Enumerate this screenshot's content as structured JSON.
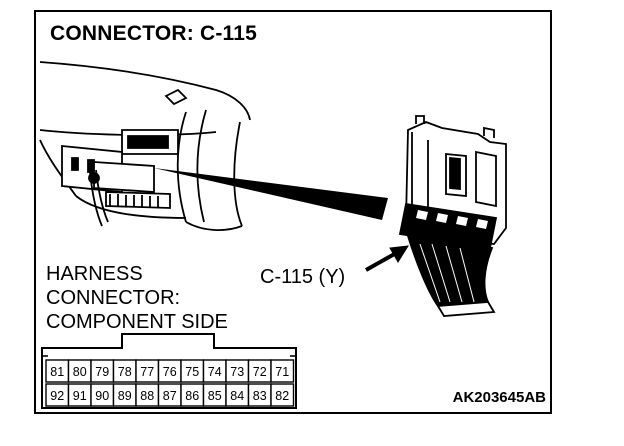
{
  "title": "CONNECTOR: C-115",
  "harness_label": {
    "line1": "HARNESS",
    "line2": "CONNECTOR:",
    "line3": "COMPONENT SIDE"
  },
  "connector_callout": "C-115 (Y)",
  "figure_code": "AK203645AB",
  "pins": {
    "top_row": [
      "81",
      "80",
      "79",
      "78",
      "77",
      "76",
      "75",
      "74",
      "73",
      "72",
      "71"
    ],
    "bottom_row": [
      "92",
      "91",
      "90",
      "89",
      "88",
      "87",
      "86",
      "85",
      "84",
      "83",
      "82"
    ]
  }
}
